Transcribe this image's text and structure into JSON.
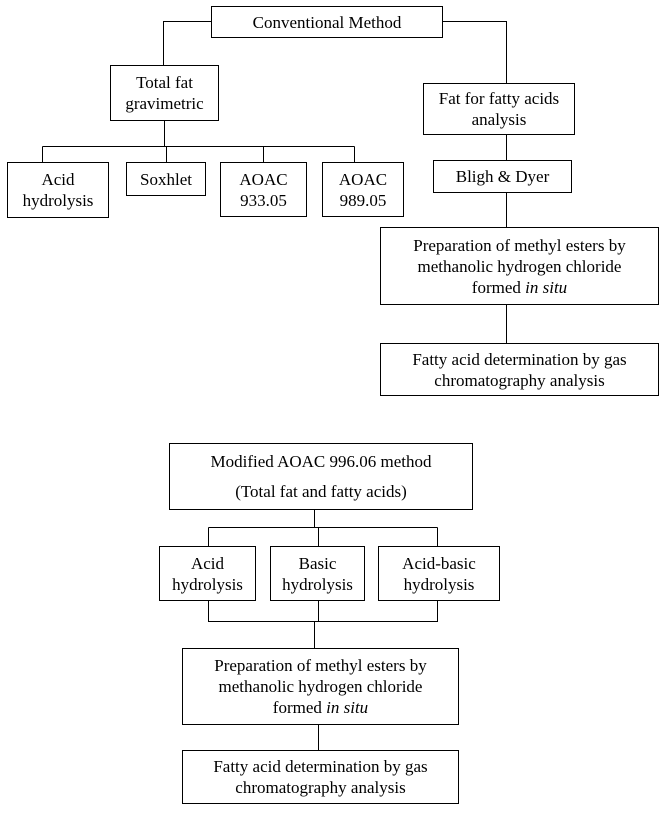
{
  "top": {
    "root": "Conventional Method",
    "total_fat": [
      "Total fat",
      "gravimetric"
    ],
    "fat_fa": [
      "Fat for fatty acids",
      "analysis"
    ],
    "methods": {
      "acid": [
        "Acid",
        "hydrolysis"
      ],
      "soxhlet": [
        "Soxhlet"
      ],
      "aoac1": [
        "AOAC",
        "933.05"
      ],
      "aoac2": [
        "AOAC",
        "989.05"
      ]
    },
    "bligh": "Bligh & Dyer",
    "methyl": {
      "line1": "Preparation of methyl esters by",
      "line2": "methanolic hydrogen chloride",
      "line3_pre": "formed ",
      "line3_italic": "in situ"
    },
    "fatty": [
      "Fatty acid determination by gas",
      "chromatography analysis"
    ]
  },
  "bottom": {
    "root": [
      "Modified AOAC 996.06 method",
      "(Total fat and fatty acids)"
    ],
    "acid": [
      "Acid",
      "hydrolysis"
    ],
    "basic": [
      "Basic",
      "hydrolysis"
    ],
    "acidbasic": [
      "Acid-basic",
      "hydrolysis"
    ],
    "methyl": {
      "line1": "Preparation of methyl esters by",
      "line2": "methanolic hydrogen chloride",
      "line3_pre": "formed ",
      "line3_italic": "in situ"
    },
    "fatty": [
      "Fatty acid determination by gas",
      "chromatography analysis"
    ]
  }
}
